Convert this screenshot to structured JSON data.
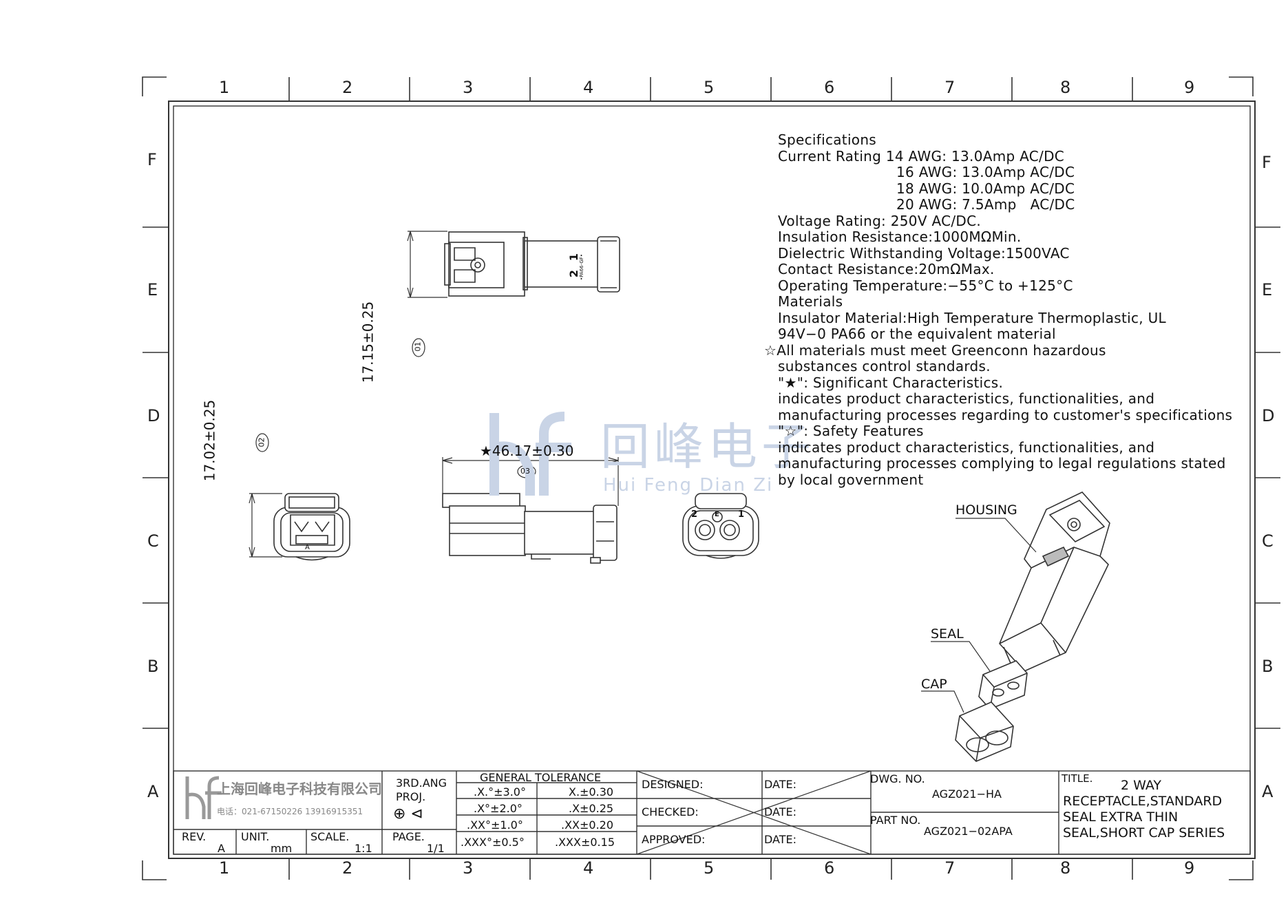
{
  "grid": {
    "columns": [
      "1",
      "2",
      "3",
      "4",
      "5",
      "6",
      "7",
      "8",
      "9"
    ],
    "rows": [
      "F",
      "E",
      "D",
      "C",
      "B",
      "A"
    ]
  },
  "specs": {
    "heading": "Specifications",
    "current_label": "Current Rating",
    "current": [
      "14 AWG: 13.0Amp AC/DC",
      "16 AWG: 13.0Amp AC/DC",
      "18 AWG: 10.0Amp AC/DC",
      "20 AWG: 7.5Amp   AC/DC"
    ],
    "voltage": "Voltage Rating: 250V AC/DC.",
    "insulation": "Insulation Resistance:1000MΩMin.",
    "dielectric": "Dielectric Withstanding Voltage:1500VAC",
    "contact": "Contact Resistance:20mΩMax.",
    "temperature": "Operating Temperature:−55°C to +125°C",
    "materials_heading": "Materials",
    "insulator_1": "Insulator Material:High Temperature Thermoplastic, UL",
    "insulator_2": "94V−0 PA66 or the equivalent material",
    "note_1": "☆All materials must meet Greenconn hazardous",
    "note_2": "substances control standards.",
    "sig_title": "\"★\": Significant Characteristics.",
    "sig_1": "indicates product characteristics, functionalities, and",
    "sig_2": "manufacturing processes regarding to customer's specifications",
    "safe_title": "\"☆\": Safety Features",
    "safe_1": "indicates product characteristics, functionalities, and",
    "safe_2": "manufacturing processes complying to legal regulations stated",
    "safe_3": "by local government"
  },
  "dimensions": {
    "d1": "17.15±0.25",
    "d1_tag": "01",
    "d2": "17.02±0.25",
    "d2_tag": "02",
    "d3": "★46.17±0.30",
    "d3_tag": "03"
  },
  "labels": {
    "housing": "HOUSING",
    "seal": "SEAL",
    "cap": "CAP"
  },
  "watermark": {
    "cn": "回峰电子",
    "pinyin": "Hui Feng Dian Zi"
  },
  "company": {
    "name": "上海回峰电子科技有限公司",
    "phone": "电话：021-67150226  13916915351"
  },
  "title_block": {
    "rev_label": "REV.",
    "rev": "A",
    "unit_label": "UNIT.",
    "unit": "mm",
    "scale_label": "SCALE.",
    "scale": "1:1",
    "proj_1": "3RD.ANG",
    "proj_2": "PROJ.",
    "page_label": "PAGE.",
    "page": "1/1",
    "tol_title": "GENERAL TOLERANCE",
    "tol_angle": [
      ".X.°±3.0°",
      ".X°±2.0°",
      ".XX°±1.0°",
      ".XXX°±0.5°"
    ],
    "tol_linear": [
      "X.±0.30",
      ".X±0.25",
      ".XX±0.20",
      ".XXX±0.15"
    ],
    "designed": "DESIGNED:",
    "checked": "CHECKED:",
    "approved": "APPROVED:",
    "date": "DATE:",
    "dwg_label": "DWG. NO.",
    "dwg_no": "AGZ021−HA",
    "part_label": "PART NO.",
    "part_no": "AGZ021−02APA",
    "title_label": "TITLE.",
    "title_1": "2 WAY",
    "title_2": "RECEPTACLE,STANDARD",
    "title_3": "SEAL EXTRA THIN",
    "title_4": "SEAL,SHORT CAP SERIES"
  },
  "part_markings": {
    "pin_2": "2",
    "pin_1": "1",
    "mark": "•PA66-GF•",
    "front_2": "2",
    "front_e": "E",
    "front_1": "1",
    "key_a": "A"
  }
}
